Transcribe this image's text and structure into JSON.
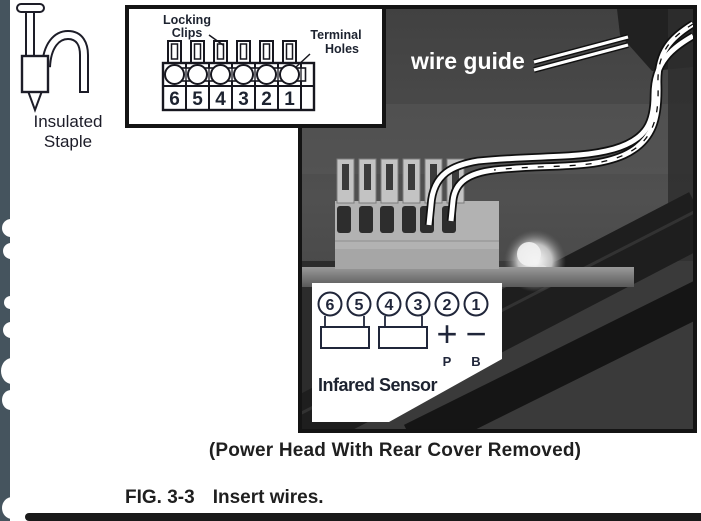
{
  "staple_figure": {
    "caption_line1": "Insulated",
    "caption_line2": "Staple"
  },
  "callout": {
    "locking_label_1": "Locking",
    "locking_label_2": "Clips",
    "terminal_label_1": "Terminal",
    "terminal_label_2": "Holes",
    "numbers": [
      "6",
      "5",
      "4",
      "3",
      "2",
      "1"
    ]
  },
  "photo": {
    "wire_guide_label": "wire guide",
    "terminal_numbers": [
      "6",
      "5",
      "4",
      "3",
      "2",
      "1"
    ],
    "plus_symbol": "+",
    "minus_symbol": "−",
    "plus_sub_label": "P",
    "minus_sub_label": "B",
    "sensor_label": "Infared Sensor"
  },
  "captions": {
    "photo_caption": "(Power Head With Rear Cover Removed)",
    "figure_label": "FIG. 3-3",
    "figure_text": "Insert wires."
  },
  "colors": {
    "page_edge": "#45545e",
    "photo_background": "#474747",
    "diagram_line": "#17171f",
    "caption_text": "#1f1f1f",
    "wire_white": "#ffffff",
    "scan_bar": "#1a1a1a"
  }
}
